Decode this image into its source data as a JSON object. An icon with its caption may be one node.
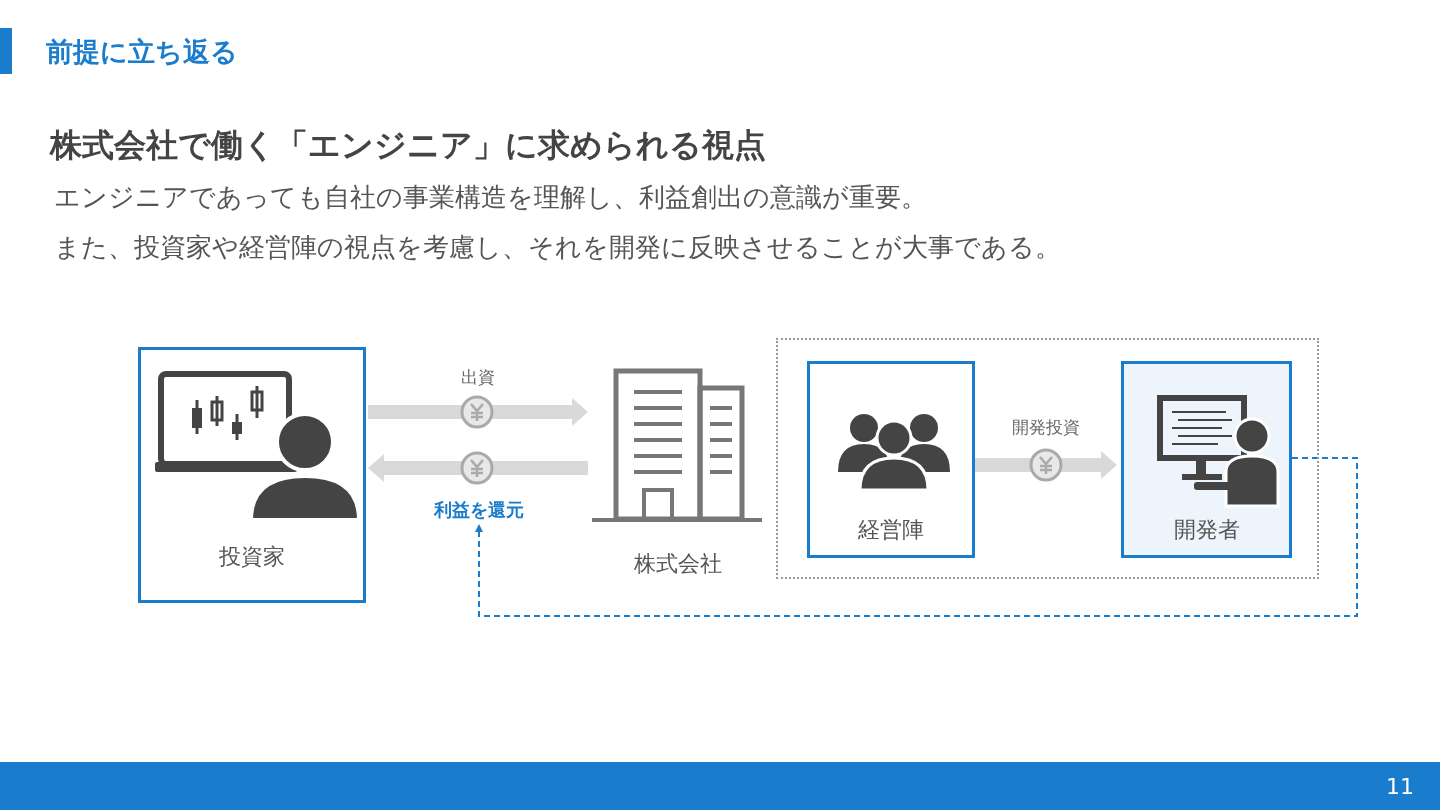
{
  "diagram": {
    "title": "前提に立ち返る",
    "nodes": [
      {
        "text": [
          "投資家"
        ]
      },
      {
        "text": [
          "株式会社"
        ]
      },
      {
        "text": [],
        "shape": "box"
      },
      {
        "text": [
          "経営陣"
        ],
        "in": 2
      },
      {
        "text": [
          "開発者"
        ],
        "in": 2
      },
      {
        "text": [
          "利益を還元"
        ]
      }
    ],
    "edges": [
      {
        "from": 0,
        "to": 1,
        "arrow": "to",
        "label": "出資"
      },
      {
        "from": 1,
        "to": 0,
        "arrow": "to"
      },
      {
        "from": 3,
        "to": 4,
        "arrow": "to",
        "label": "開発投資"
      },
      {
        "from": 4,
        "to": 5,
        "arrow": "to",
        "style": "dashed",
        "color": "#1a7ccc"
      }
    ],
    "labels": [
      "株式会社で働く「エンジニア」に求められる視点",
      "エンジニアであっても自社の事業構造を理解し、利益創出の意識が重要。",
      "また、投資家や経営陣の視点を考慮し、それを開発に反映させることが大事である。",
      "11"
    ]
  }
}
